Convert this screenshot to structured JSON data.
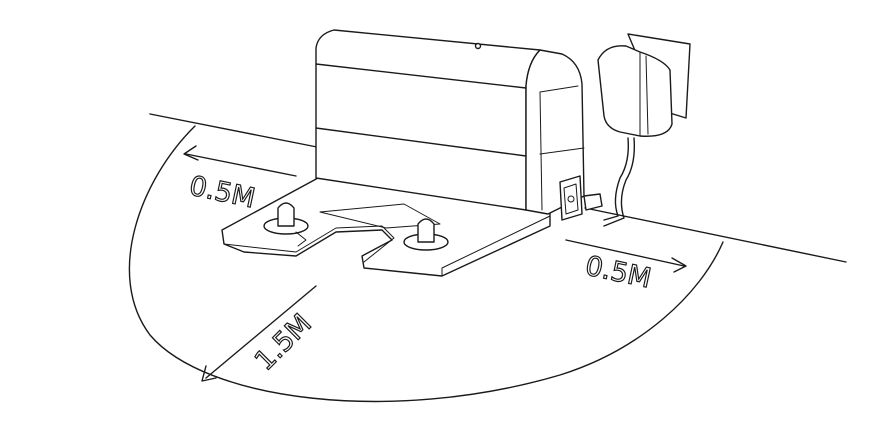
{
  "labels": {
    "left_clearance": "0.5M",
    "right_clearance": "0.5M",
    "front_clearance": "1.5M"
  },
  "colors": {
    "line": "#1a1a1a",
    "background": "#ffffff"
  }
}
